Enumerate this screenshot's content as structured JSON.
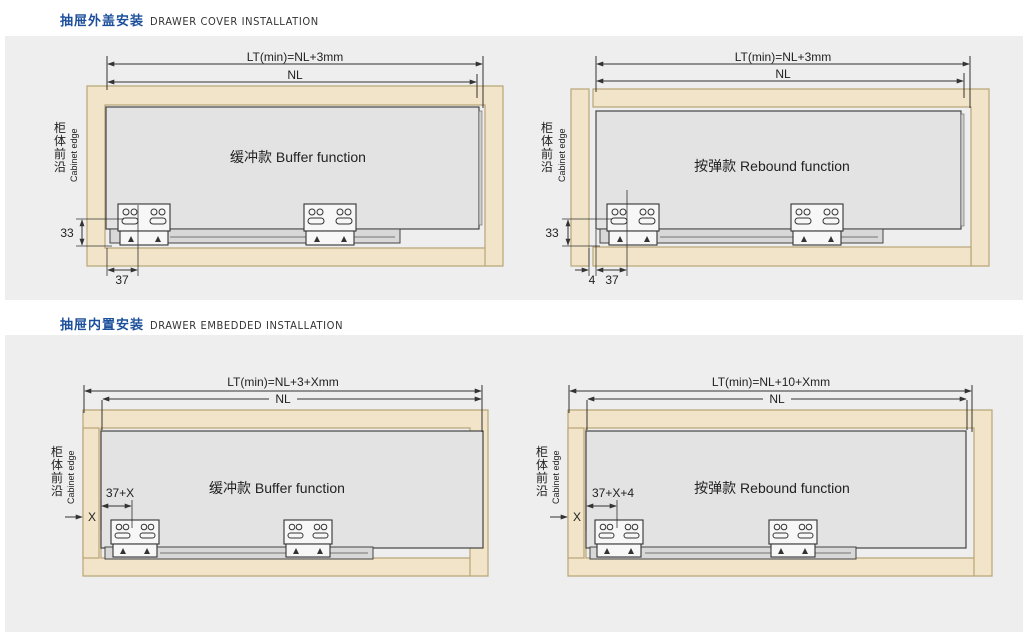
{
  "sections": [
    {
      "title_cn": "抽屉外盖安装",
      "title_en": "DRAWER COVER INSTALLATION"
    },
    {
      "title_cn": "抽屉内置安装",
      "title_en": "DRAWER EMBEDDED INSTALLATION"
    }
  ],
  "cabinet_edge": {
    "cn1": "柜",
    "cn2": "体",
    "cn3": "前",
    "cn4": "沿",
    "en": "Cabinet edge"
  },
  "diagrams": [
    {
      "lt": "LT(min)=NL+3mm",
      "nl": "NL",
      "func": "缓冲款 Buffer function",
      "v": "33",
      "h": "37"
    },
    {
      "lt": "LT(min)=NL+3mm",
      "nl": "NL",
      "func": "按弹款 Rebound function",
      "v": "33",
      "h1": "4",
      "h2": "37"
    },
    {
      "lt": "LT(min)=NL+3+Xmm",
      "nl": "NL",
      "func": "缓冲款 Buffer function",
      "offset": "37+X",
      "x": "X"
    },
    {
      "lt": "LT(min)=NL+10+Xmm",
      "nl": "NL",
      "func": "按弹款 Rebound function",
      "offset": "37+X+4",
      "x": "X"
    }
  ],
  "colors": {
    "wood": "#f1e4c8",
    "wood_line": "#b9a678",
    "panel_bg": "#eeeeee",
    "drawer": "#e3e3e3",
    "title": "#1c4f9c"
  }
}
